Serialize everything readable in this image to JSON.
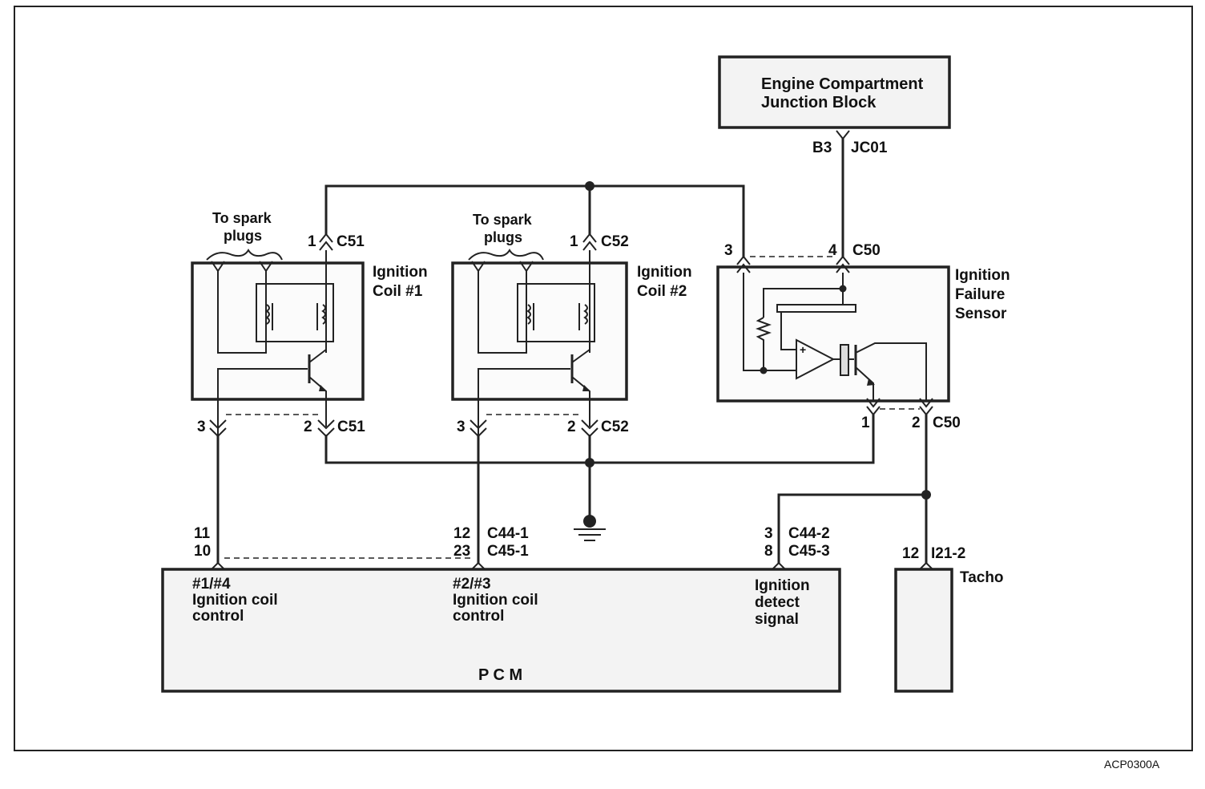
{
  "frame_code": "ACP0300A",
  "junction_block": {
    "line1": "Engine Compartment",
    "line2": "Junction Block",
    "pin": "B3",
    "connector": "JC01"
  },
  "coil1": {
    "name_line1": "Ignition",
    "name_line2": "Coil #1",
    "spark_line1": "To spark",
    "spark_line2": "plugs",
    "top_pin": "1",
    "top_conn": "C51",
    "pin_left": "3",
    "pin_right": "2",
    "bottom_conn": "C51"
  },
  "coil2": {
    "name_line1": "Ignition",
    "name_line2": "Coil #2",
    "spark_line1": "To spark",
    "spark_line2": "plugs",
    "top_pin": "1",
    "top_conn": "C52",
    "pin_left": "3",
    "pin_right": "2",
    "bottom_conn": "C52"
  },
  "sensor": {
    "name_line1": "Ignition",
    "name_line2": "Failure",
    "name_line3": "Sensor",
    "pin3": "3",
    "pin4": "4",
    "top_conn": "C50",
    "pin1": "1",
    "pin2": "2",
    "bottom_conn": "C50"
  },
  "pcm": {
    "name": "P C M",
    "pin11": "11",
    "pin10": "10",
    "pin12": "12",
    "conn_c44_1": "C44-1",
    "pin23": "23",
    "conn_c45_1": "C45-1",
    "pin3": "3",
    "conn_c44_2": "C44-2",
    "pin8": "8",
    "conn_c45_3": "C45-3",
    "func1_line1": "#1/#4",
    "func1_line2": "Ignition coil",
    "func1_line3": "control",
    "func2_line1": "#2/#3",
    "func2_line2": "Ignition coil",
    "func2_line3": "control",
    "func3_line1": "Ignition",
    "func3_line2": "detect",
    "func3_line3": "signal"
  },
  "tacho": {
    "name": "Tacho",
    "pin": "12",
    "connector": "I21-2"
  },
  "icons": [
    "ground-icon",
    "coil-winding-icon",
    "transistor-icon",
    "resistor-icon",
    "comparator-icon",
    "capacitor-icon"
  ]
}
